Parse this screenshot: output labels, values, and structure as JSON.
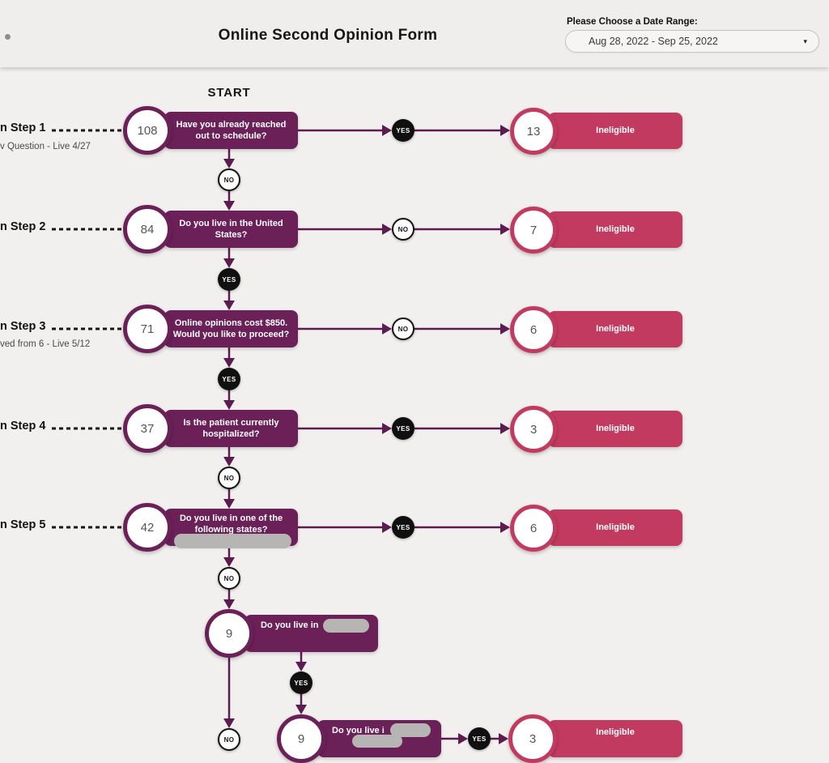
{
  "header": {
    "title": "Online Second Opinion Form",
    "date_range_label": "Please Choose a Date Range:",
    "date_range_value": "Aug 28, 2022 - Sep 25, 2022"
  },
  "flow": {
    "start_label": "START",
    "steps": [
      {
        "label": "n Step 1",
        "sublabel": "v Question - Live 4/27",
        "count": "108",
        "question": "Have you already reached out to schedule?",
        "right_branch": "YES",
        "down_branch": "NO",
        "result_count": "13",
        "result_label": "Ineligible"
      },
      {
        "label": "n Step 2",
        "count": "84",
        "question": "Do you live in the United States?",
        "right_branch": "NO",
        "down_branch": "YES",
        "result_count": "7",
        "result_label": "Ineligible"
      },
      {
        "label": "n Step 3",
        "sublabel": "ved from 6 - Live 5/12",
        "count": "71",
        "question": "Online opinions cost $850. Would you like to proceed?",
        "right_branch": "NO",
        "down_branch": "YES",
        "result_count": "6",
        "result_label": "Ineligible"
      },
      {
        "label": "n Step 4",
        "count": "37",
        "question": "Is the patient currently hospitalized?",
        "right_branch": "YES",
        "down_branch": "NO",
        "result_count": "3",
        "result_label": "Ineligible"
      },
      {
        "label": "n Step 5",
        "count": "42",
        "question": "Do you live in one of the following states?",
        "right_branch": "YES",
        "down_branch": "NO",
        "result_count": "6",
        "result_label": "Ineligible"
      }
    ],
    "sub_steps": [
      {
        "count": "9",
        "question": "Do you live in",
        "right_branch": "YES",
        "down_branch": "NO"
      },
      {
        "count": "9",
        "question": "Do you live i",
        "right_branch": "YES",
        "result_count": "3",
        "result_label": "Ineligible"
      }
    ]
  },
  "colors": {
    "purple": "#6b2058",
    "crimson": "#c23a5f",
    "connector": "#5c1c50",
    "black_node": "#101010",
    "background": "#f1f0ef"
  }
}
